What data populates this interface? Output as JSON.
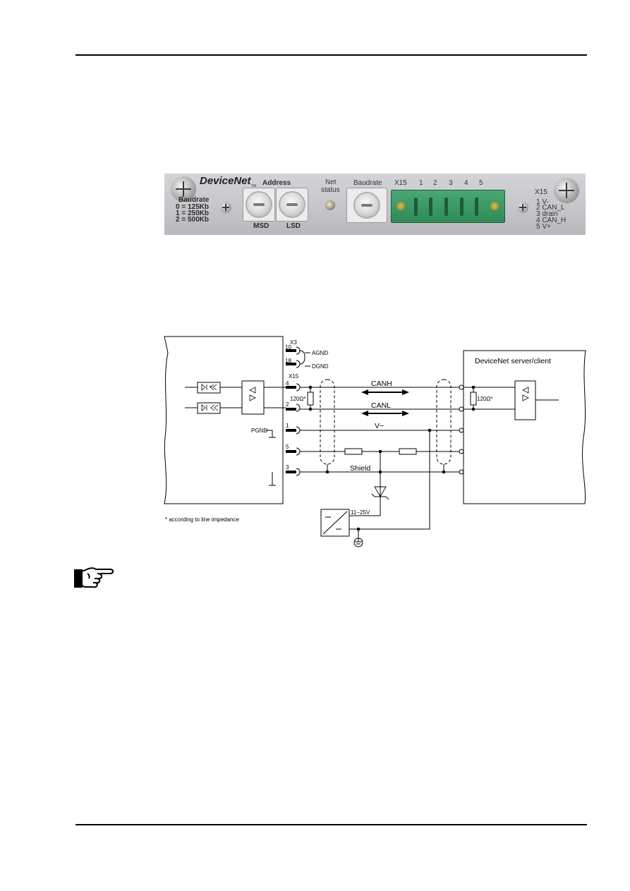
{
  "module_photo": {
    "brand": "DeviceNet",
    "trademark": "TM",
    "address_label": "Address",
    "msd_label": "MSD",
    "lsd_label": "LSD",
    "net_label": "Net",
    "status_label": "status",
    "baudrate_label": "Baudrate",
    "x15_label": "X15",
    "pins": [
      "1",
      "2",
      "3",
      "4",
      "5"
    ],
    "baud_legend": {
      "title": "Baudrate",
      "lines": [
        "0 = 125Kb",
        "1 = 250Kb",
        "2 = 500Kb"
      ]
    },
    "pinout_legend": {
      "title": "X15",
      "lines": [
        "1 V-",
        "2 CAN_L",
        "3 drain",
        "4 CAN_H",
        "5 V+"
      ]
    }
  },
  "diagram": {
    "x3_label": "X3",
    "x15_label": "X15",
    "agnd_label": "AGND",
    "dgnd_label": "DGND",
    "pgnd_label": "PGND",
    "pin_10": "10",
    "pin_18": "18",
    "pin_4": "4",
    "pin_2": "2",
    "pin_1": "1",
    "pin_5": "5",
    "pin_3": "3",
    "resistor_left": "120Ω*",
    "resistor_right": "120Ω*",
    "canh_label": "CANH",
    "canl_label": "CANL",
    "vminus_label": "V−",
    "shield_label": "Shield",
    "supply_label": "11−25V",
    "remote_title": "DeviceNet server/client",
    "footnote": "* according to line impedance"
  },
  "colors": {
    "ink": "#000000",
    "connector_green": "#3a9a64",
    "panel_grey": "#c6c6ca"
  },
  "icons": {
    "note": "pointing-hand-icon"
  }
}
